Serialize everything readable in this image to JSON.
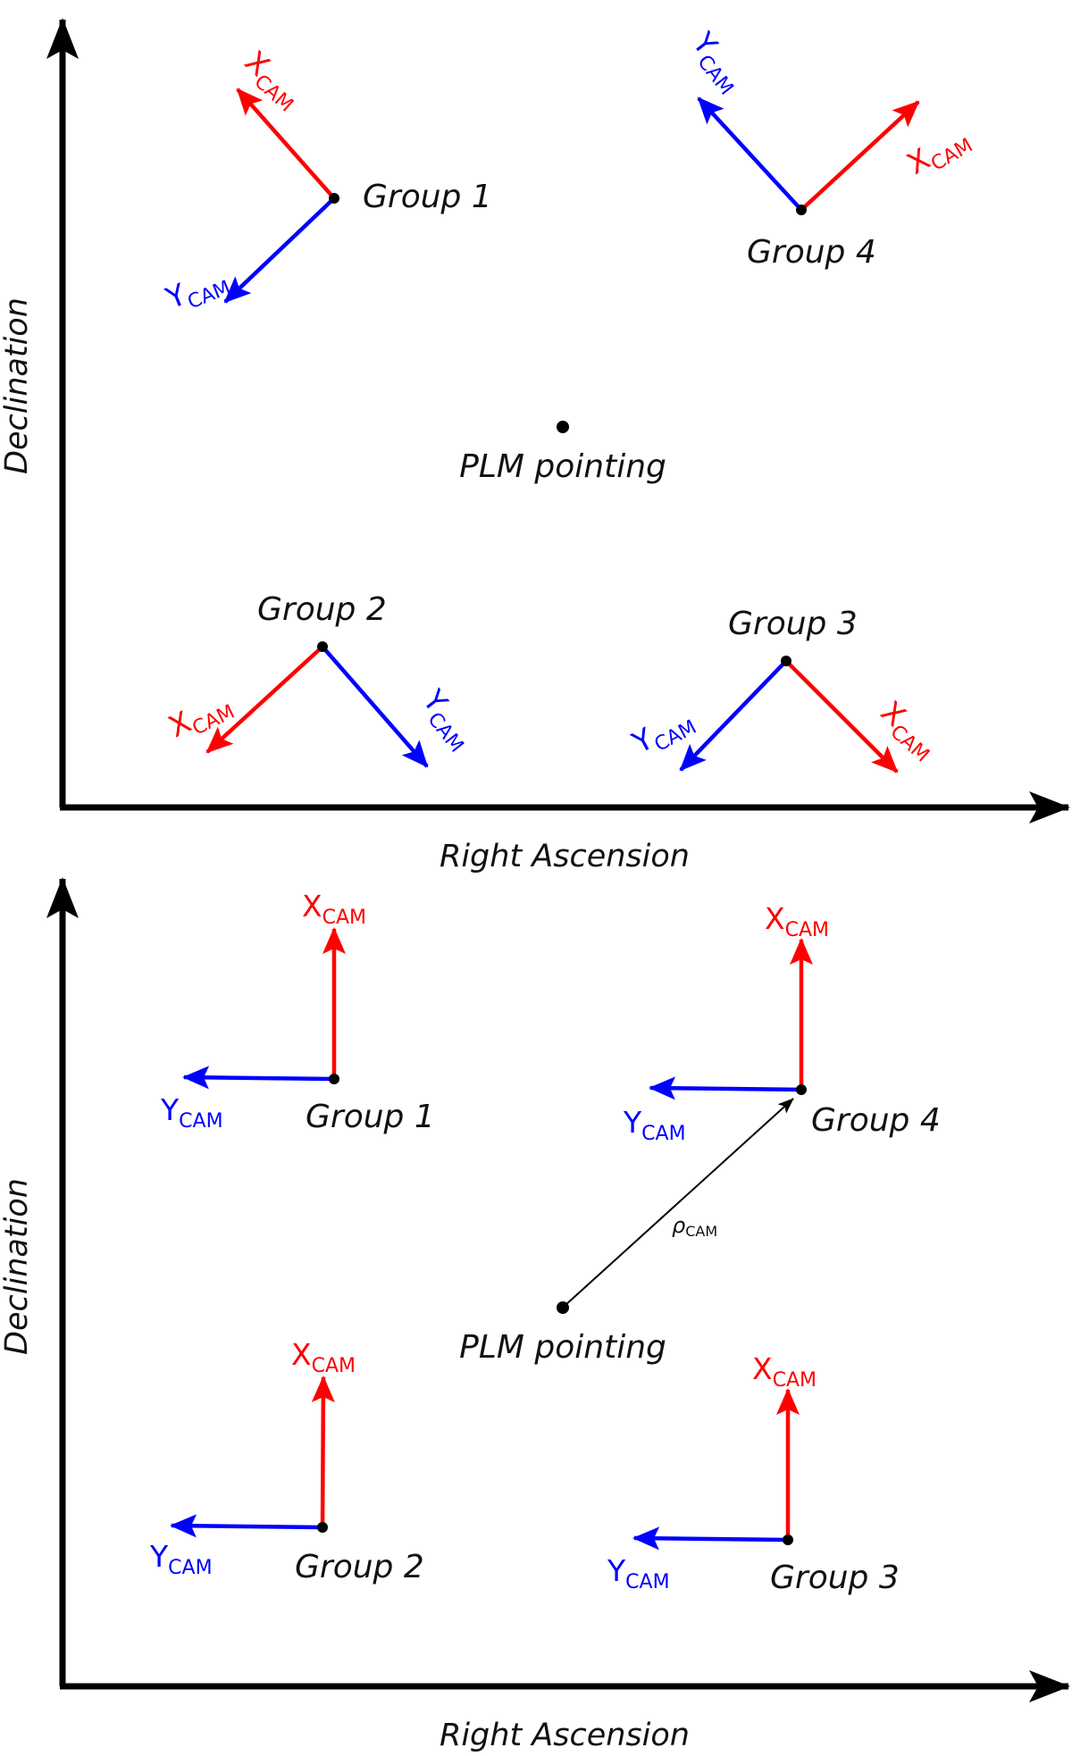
{
  "colors": {
    "x_axis": "#ff0000",
    "y_axis": "#0000ff",
    "frame": "#000000",
    "text": "#111111"
  },
  "labels": {
    "right_ascension": "Right Ascension",
    "declination": "Declination",
    "plm_pointing": "PLM pointing",
    "x_cam": "X",
    "y_cam": "Y",
    "cam_subscript": "CAM",
    "rho": "ρ",
    "rho_subscript": "CAM"
  },
  "panels": [
    {
      "id": "top",
      "groups": [
        {
          "label": "Group 1",
          "x_dir_deg": 135,
          "y_dir_deg": 225
        },
        {
          "label": "Group 2",
          "x_dir_deg": 220,
          "y_dir_deg": 310
        },
        {
          "label": "Group 3",
          "x_dir_deg": 315,
          "y_dir_deg": 225
        },
        {
          "label": "Group 4",
          "x_dir_deg": 45,
          "y_dir_deg": 135
        }
      ]
    },
    {
      "id": "bottom",
      "groups": [
        {
          "label": "Group 1",
          "x_dir_deg": 90,
          "y_dir_deg": 180
        },
        {
          "label": "Group 2",
          "x_dir_deg": 90,
          "y_dir_deg": 180
        },
        {
          "label": "Group 3",
          "x_dir_deg": 90,
          "y_dir_deg": 180
        },
        {
          "label": "Group 4",
          "x_dir_deg": 90,
          "y_dir_deg": 180
        }
      ]
    }
  ]
}
